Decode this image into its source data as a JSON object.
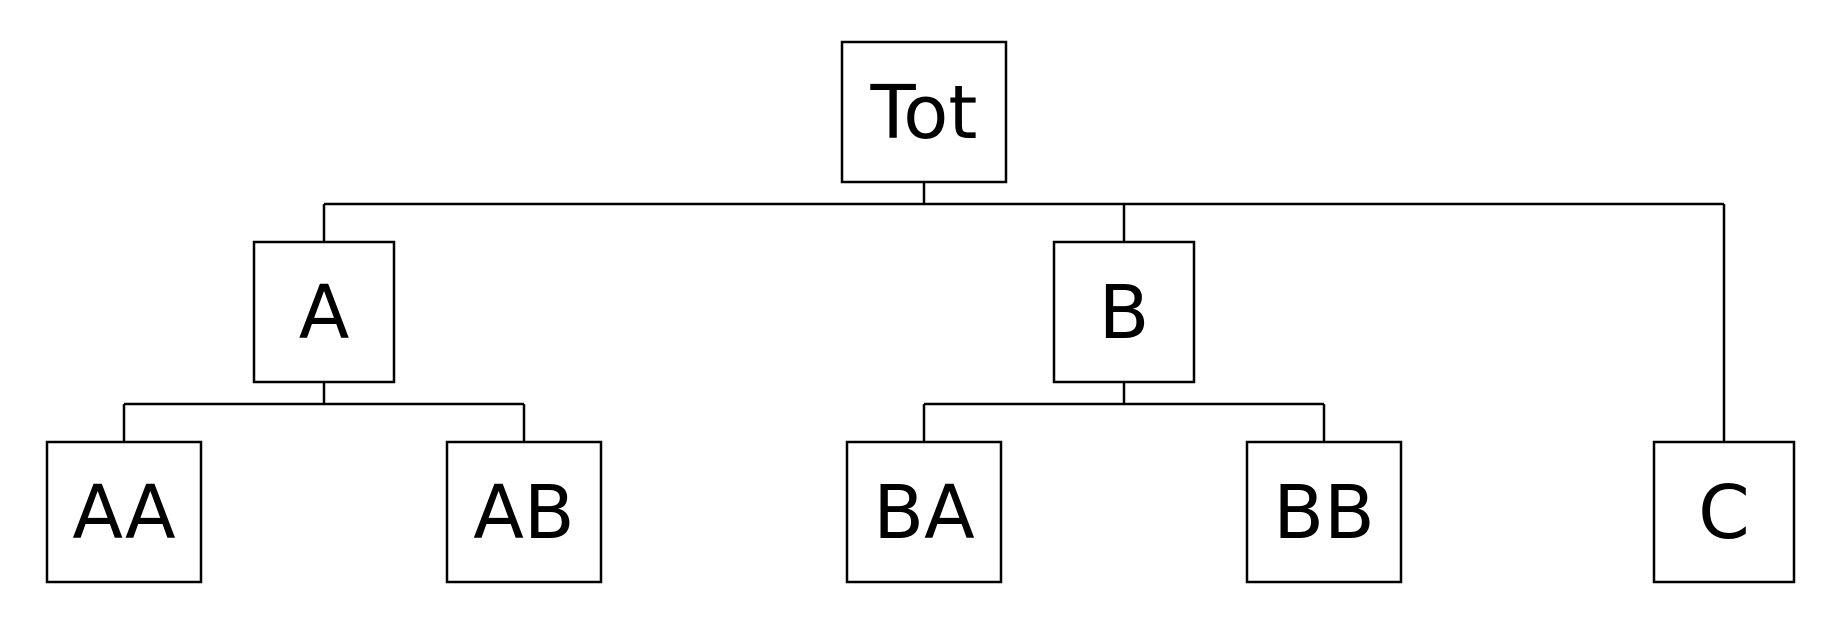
{
  "diagram": {
    "type": "tree",
    "nodes": [
      {
        "id": "tot",
        "label": "Tot"
      },
      {
        "id": "a",
        "label": "A"
      },
      {
        "id": "b",
        "label": "B"
      },
      {
        "id": "aa",
        "label": "AA"
      },
      {
        "id": "ab",
        "label": "AB"
      },
      {
        "id": "ba",
        "label": "BA"
      },
      {
        "id": "bb",
        "label": "BB"
      },
      {
        "id": "c",
        "label": "C"
      }
    ],
    "edges": [
      {
        "from": "tot",
        "to": "a"
      },
      {
        "from": "tot",
        "to": "b"
      },
      {
        "from": "tot",
        "to": "c"
      },
      {
        "from": "a",
        "to": "aa"
      },
      {
        "from": "a",
        "to": "ab"
      },
      {
        "from": "b",
        "to": "ba"
      },
      {
        "from": "b",
        "to": "bb"
      }
    ],
    "colors": {
      "line": "#000000",
      "box_fill": "#ffffff",
      "text": "#000000",
      "background": "#ffffff"
    }
  }
}
